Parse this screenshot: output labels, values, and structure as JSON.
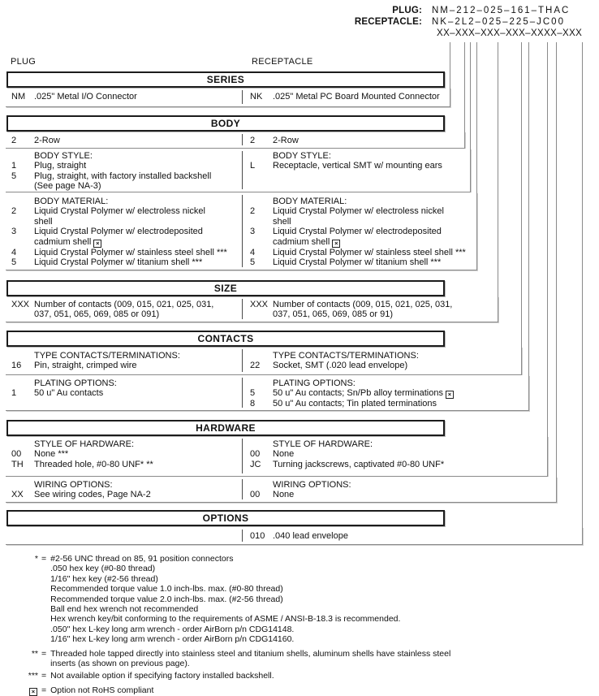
{
  "part_numbers": {
    "plug_label": "PLUG:",
    "plug_value": "NM–212–025–161–THAC",
    "receptacle_label": "RECEPTACLE:",
    "receptacle_value": "NK–2L2–025–225–JC00",
    "template_value": "XX–XXX–XXX–XXX–XXXX–XXX"
  },
  "column_headers": {
    "left": "PLUG",
    "right": "RECEPTACLE"
  },
  "sections": [
    {
      "title": "SERIES"
    },
    {
      "title": "BODY"
    },
    {
      "title": "SIZE"
    },
    {
      "title": "CONTACTS"
    },
    {
      "title": "HARDWARE"
    },
    {
      "title": "OPTIONS"
    }
  ],
  "subsections": [
    {
      "id": "series",
      "left": {
        "label": "",
        "items": [
          {
            "code": "NM",
            "lines": [
              ".025\" Metal I/O Connector"
            ]
          }
        ]
      },
      "right": {
        "label": "",
        "items": [
          {
            "code": "NK",
            "lines": [
              ".025\" Metal PC Board Mounted Connector"
            ]
          }
        ]
      }
    },
    {
      "id": "body-row",
      "left": {
        "label": "",
        "items": [
          {
            "code": "2",
            "lines": [
              "2-Row"
            ]
          }
        ]
      },
      "right": {
        "label": "",
        "items": [
          {
            "code": "2",
            "lines": [
              "2-Row"
            ]
          }
        ]
      }
    },
    {
      "id": "body-style",
      "left": {
        "label": "BODY STYLE:",
        "items": [
          {
            "code": "1",
            "lines": [
              "Plug, straight"
            ]
          },
          {
            "code": "5",
            "lines": [
              "Plug, straight, with factory installed backshell",
              "(See page NA-3)"
            ]
          }
        ]
      },
      "right": {
        "label": "BODY STYLE:",
        "items": [
          {
            "code": "L",
            "lines": [
              "Receptacle, vertical SMT w/ mounting ears"
            ]
          }
        ]
      }
    },
    {
      "id": "body-material",
      "left": {
        "label": "BODY MATERIAL:",
        "items": [
          {
            "code": "2",
            "lines": [
              "Liquid Crystal Polymer w/ electroless nickel",
              "shell"
            ]
          },
          {
            "code": "3",
            "lines": [
              "Liquid Crystal Polymer w/ electrodeposited",
              "cadmium shell ⊠"
            ]
          },
          {
            "code": "4",
            "lines": [
              "Liquid Crystal Polymer w/ stainless steel shell ***"
            ]
          },
          {
            "code": "5",
            "lines": [
              "Liquid Crystal Polymer w/ titanium shell ***"
            ]
          }
        ]
      },
      "right": {
        "label": "BODY MATERIAL:",
        "items": [
          {
            "code": "2",
            "lines": [
              "Liquid Crystal Polymer w/ electroless nickel",
              "shell"
            ]
          },
          {
            "code": "3",
            "lines": [
              "Liquid Crystal Polymer w/ electrodeposited",
              "cadmium shell ⊠"
            ]
          },
          {
            "code": "4",
            "lines": [
              "Liquid Crystal Polymer w/ stainless steel shell ***"
            ]
          },
          {
            "code": "5",
            "lines": [
              "Liquid Crystal Polymer w/ titanium shell ***"
            ]
          }
        ]
      }
    },
    {
      "id": "size",
      "left": {
        "label": "",
        "items": [
          {
            "code": "XXX",
            "lines": [
              "Number of contacts (009, 015, 021, 025, 031,",
              "037, 051, 065, 069, 085 or 091)"
            ]
          }
        ]
      },
      "right": {
        "label": "",
        "items": [
          {
            "code": "XXX",
            "lines": [
              "Number of contacts (009, 015, 021, 025, 031,",
              "037, 051, 065, 069, 085 or 91)"
            ]
          }
        ]
      }
    },
    {
      "id": "contacts-type",
      "left": {
        "label": "TYPE CONTACTS/TERMINATIONS:",
        "items": [
          {
            "code": "16",
            "lines": [
              "Pin, straight, crimped wire"
            ]
          }
        ]
      },
      "right": {
        "label": "TYPE CONTACTS/TERMINATIONS:",
        "items": [
          {
            "code": "22",
            "lines": [
              "Socket, SMT (.020 lead envelope)"
            ]
          }
        ]
      }
    },
    {
      "id": "plating",
      "left": {
        "label": "PLATING OPTIONS:",
        "items": [
          {
            "code": "1",
            "lines": [
              "50 u\" Au contacts"
            ]
          }
        ]
      },
      "right": {
        "label": "PLATING OPTIONS:",
        "items": [
          {
            "code": "5",
            "lines": [
              "50 u\" Au contacts; Sn/Pb alloy terminations ⊠"
            ]
          },
          {
            "code": "8",
            "lines": [
              "50 u\" Au contacts; Tin plated terminations"
            ]
          }
        ]
      }
    },
    {
      "id": "hardware-style",
      "left": {
        "label": "STYLE OF HARDWARE:",
        "items": [
          {
            "code": "00",
            "lines": [
              "None ***"
            ]
          },
          {
            "code": "TH",
            "lines": [
              "Threaded hole, #0-80 UNF*  **"
            ]
          }
        ]
      },
      "right": {
        "label": "STYLE OF HARDWARE:",
        "items": [
          {
            "code": "00",
            "lines": [
              "None"
            ]
          },
          {
            "code": "JC",
            "lines": [
              "Turning jackscrews, captivated #0-80 UNF*"
            ]
          }
        ]
      }
    },
    {
      "id": "wiring",
      "left": {
        "label": "WIRING OPTIONS:",
        "items": [
          {
            "code": "XX",
            "lines": [
              "See wiring codes, Page NA-2"
            ]
          }
        ]
      },
      "right": {
        "label": "WIRING OPTIONS:",
        "items": [
          {
            "code": "00",
            "lines": [
              "None"
            ]
          }
        ]
      }
    },
    {
      "id": "options",
      "left": {
        "label": "",
        "items": []
      },
      "right": {
        "label": "",
        "items": [
          {
            "code": "010",
            "lines": [
              ".040 lead envelope"
            ]
          }
        ]
      }
    }
  ],
  "footnotes": [
    {
      "marker": "*",
      "lines": [
        "#2-56 UNC thread on 85, 91 position connectors",
        ".050 hex key (#0-80 thread)",
        "1/16\" hex key (#2-56 thread)",
        "Recommended torque value 1.0 inch-lbs. max. (#0-80 thread)",
        "Recommended torque value 2.0 inch-lbs. max. (#2-56 thread)",
        "Ball end hex wrench not recommended",
        "Hex wrench key/bit conforming to the requirements of ASME / ANSI-B-18.3 is recommended.",
        ".050\" hex L-key long arm wrench - order AirBorn p/n CDG14148.",
        "1/16\" hex L-key long arm wrench - order AirBorn p/n CDG14160."
      ]
    },
    {
      "marker": "**",
      "lines": [
        "Threaded hole tapped directly into stainless steel and titanium shells, aluminum shells have stainless steel",
        "inserts (as shown on previous page)."
      ]
    },
    {
      "marker": "***",
      "lines": [
        "Not available option if specifying factory installed backshell."
      ]
    },
    {
      "marker": "⊠",
      "lines": [
        "Option not RoHS compliant"
      ]
    }
  ],
  "colors": {
    "line_gray": "#8a8a8a",
    "border_black": "#1c1c1c",
    "shadow": "#cfcfcf"
  }
}
